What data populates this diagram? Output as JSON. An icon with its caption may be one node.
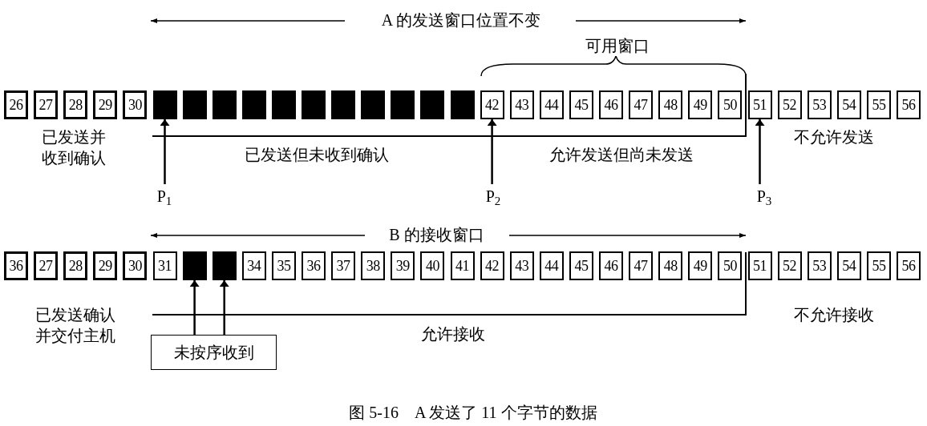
{
  "diagram": {
    "caption": "图 5-16　A 发送了 11 个字节的数据",
    "nodes": [
      {
        "text": [
          "26"
        ]
      },
      {
        "text": [
          "27"
        ]
      },
      {
        "text": [
          "28"
        ]
      },
      {
        "text": [
          "29"
        ]
      },
      {
        "text": [
          "30"
        ]
      },
      {
        "text": [],
        "shape": "box"
      },
      {
        "text": [],
        "shape": "box"
      },
      {
        "text": [],
        "shape": "box"
      },
      {
        "text": [],
        "shape": "box"
      },
      {
        "text": [],
        "shape": "box"
      },
      {
        "text": [],
        "shape": "box"
      },
      {
        "text": [],
        "shape": "box"
      },
      {
        "text": [],
        "shape": "box"
      },
      {
        "text": [],
        "shape": "box"
      },
      {
        "text": [],
        "shape": "box"
      },
      {
        "text": [],
        "shape": "box"
      },
      {
        "text": [
          "42"
        ]
      },
      {
        "text": [
          "43"
        ]
      },
      {
        "text": [
          "44"
        ]
      },
      {
        "text": [
          "45"
        ]
      },
      {
        "text": [
          "46"
        ]
      },
      {
        "text": [
          "47"
        ]
      },
      {
        "text": [
          "48"
        ]
      },
      {
        "text": [
          "49"
        ]
      },
      {
        "text": [
          "50"
        ]
      },
      {
        "text": [
          "51"
        ]
      },
      {
        "text": [
          "52"
        ]
      },
      {
        "text": [
          "53"
        ]
      },
      {
        "text": [
          "54"
        ]
      },
      {
        "text": [
          "55"
        ]
      },
      {
        "text": [
          "56"
        ]
      },
      {
        "text": [
          "P$_{1}$"
        ]
      },
      {
        "text": [
          "P$_{2}$"
        ]
      },
      {
        "text": [
          "P$_{3}$"
        ]
      },
      {
        "text": [
          "36"
        ]
      },
      {
        "text": [
          "27"
        ]
      },
      {
        "text": [
          "28"
        ]
      },
      {
        "text": [
          "29"
        ]
      },
      {
        "text": [
          "30"
        ]
      },
      {
        "text": [
          "31"
        ]
      },
      {
        "text": [],
        "shape": "box"
      },
      {
        "text": [],
        "shape": "box"
      },
      {
        "text": [
          "34"
        ]
      },
      {
        "text": [
          "35"
        ]
      },
      {
        "text": [
          "36"
        ]
      },
      {
        "text": [
          "37"
        ]
      },
      {
        "text": [
          "38"
        ]
      },
      {
        "text": [
          "39"
        ]
      },
      {
        "text": [
          "40"
        ]
      },
      {
        "text": [
          "41"
        ]
      },
      {
        "text": [
          "42"
        ]
      },
      {
        "text": [
          "43"
        ]
      },
      {
        "text": [
          "44"
        ]
      },
      {
        "text": [
          "45"
        ]
      },
      {
        "text": [
          "46"
        ]
      },
      {
        "text": [
          "47"
        ]
      },
      {
        "text": [
          "48"
        ]
      },
      {
        "text": [
          "49"
        ]
      },
      {
        "text": [
          "50"
        ]
      },
      {
        "text": [
          "51"
        ]
      },
      {
        "text": [
          "52"
        ]
      },
      {
        "text": [
          "53"
        ]
      },
      {
        "text": [
          "54"
        ]
      },
      {
        "text": [
          "55"
        ]
      },
      {
        "text": [
          "56"
        ]
      },
      {
        "text": [
          "未按序收到"
        ]
      }
    ],
    "edges": [
      {
        "from": 31,
        "to": 5,
        "arrow": "to"
      },
      {
        "from": 32,
        "to": 16,
        "arrow": "to"
      },
      {
        "from": 33,
        "to": 25,
        "arrow": "to"
      },
      {
        "from": 65,
        "to": 40,
        "arrow": "to"
      },
      {
        "from": 65,
        "to": 41,
        "arrow": "to"
      }
    ],
    "labels": [
      "A 的发送窗口位置不变",
      "可用窗口",
      "已发送并收到确认",
      "已发送但未收到确认",
      "允许发送但尚未发送",
      "不允许发送",
      "B 的接收窗口",
      "已发送确认并交付主机",
      "允许接收",
      "不允许接收"
    ]
  }
}
